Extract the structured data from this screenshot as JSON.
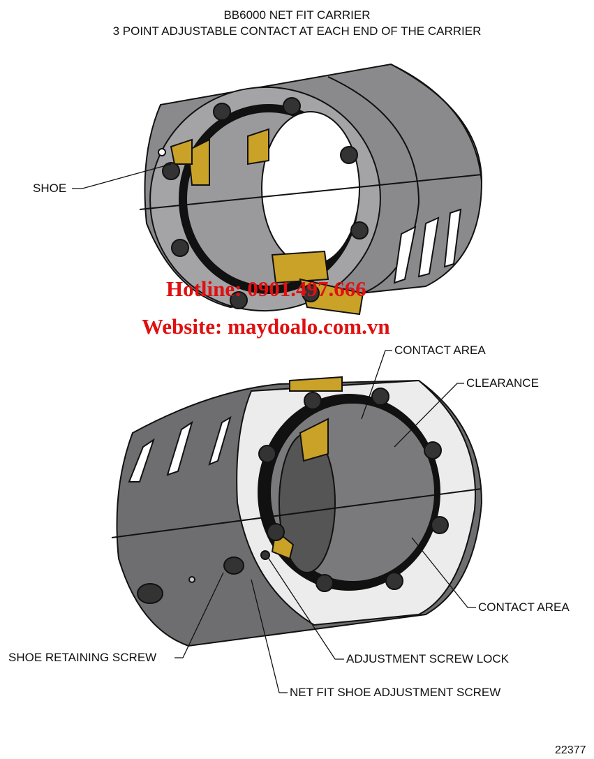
{
  "title": {
    "line1": "BB6000 NET FIT CARRIER",
    "line2": "3 POINT ADJUSTABLE CONTACT AT EACH END OF THE CARRIER"
  },
  "labels": {
    "shoe": "SHOE",
    "contact_area_top": "CONTACT AREA",
    "clearance": "CLEARANCE",
    "contact_area_bottom": "CONTACT AREA",
    "adjustment_screw_lock": "ADJUSTMENT SCREW LOCK",
    "shoe_retaining_screw": "SHOE RETAINING SCREW",
    "net_fit_shoe_adjustment_screw": "NET FIT SHOE ADJUSTMENT SCREW"
  },
  "watermark": {
    "hotline": "Hotline: 0901.497.666",
    "website": "Website: maydoalo.com.vn"
  },
  "figure_number": "22377",
  "colors": {
    "body": "#6e6e70",
    "face": "#a9a9ab",
    "shoe": "#c9a227",
    "watermark": "#e01010"
  }
}
